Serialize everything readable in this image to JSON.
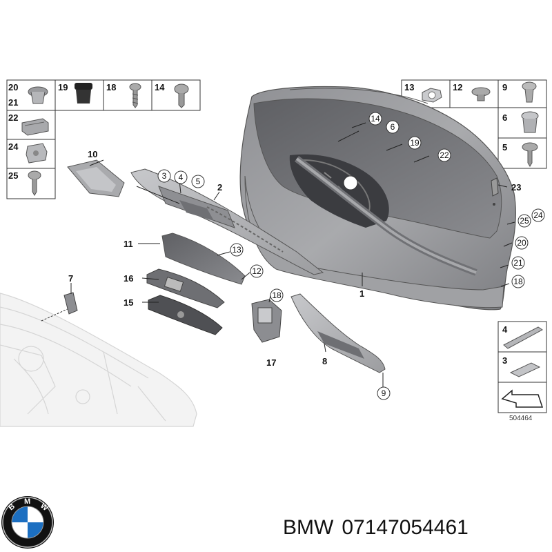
{
  "parts_boxes_left": [
    {
      "numbers": [
        "20",
        "21"
      ],
      "parts": [
        "clip-icon",
        "clip-icon"
      ]
    },
    {
      "numbers": [
        "19"
      ],
      "parts": [
        "plug-icon"
      ]
    },
    {
      "numbers": [
        "18"
      ],
      "parts": [
        "screw-icon"
      ]
    },
    {
      "numbers": [
        "14"
      ],
      "parts": [
        "screw-icon"
      ]
    },
    {
      "numbers": [
        "22"
      ],
      "parts": [
        "clip-icon"
      ]
    },
    {
      "numbers": [
        "24"
      ],
      "parts": [
        "clip-icon"
      ]
    },
    {
      "numbers": [
        "25"
      ],
      "parts": [
        "screw-icon"
      ]
    }
  ],
  "parts_boxes_right": [
    {
      "number": "13",
      "part": "spring-nut-icon"
    },
    {
      "number": "12",
      "part": "screw-icon"
    },
    {
      "number": "9",
      "part": "rivet-icon"
    },
    {
      "number": "6",
      "part": "expanding-nut-icon"
    },
    {
      "number": "5",
      "part": "screw-icon"
    }
  ],
  "callouts": [
    "14",
    "6",
    "19",
    "22",
    "23",
    "25",
    "24",
    "20",
    "21",
    "18",
    "1",
    "2",
    "3",
    "4",
    "5",
    "10",
    "11",
    "13",
    "12",
    "16",
    "15",
    "7",
    "18",
    "17",
    "8",
    "9"
  ],
  "legend_boxes": [
    {
      "number": "4",
      "part": "strip-icon"
    },
    {
      "number": "3",
      "part": "bracket-icon"
    }
  ],
  "diagram_code": "504464",
  "caption": {
    "brand": "BMW",
    "part_number": "07147054461"
  },
  "logo": {
    "name": "bmw-logo-icon",
    "letters": "BMW"
  }
}
